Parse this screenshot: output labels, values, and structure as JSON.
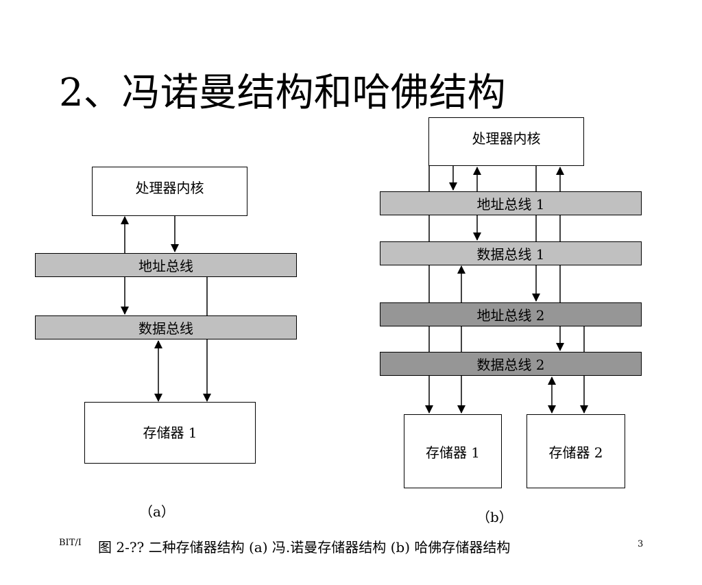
{
  "slide": {
    "title": "2、冯诺曼结构和哈佛结构",
    "page_number": "3",
    "footer_left": "BIT/I",
    "figure_caption": "图 2-?? 二种存储器结构 (a) 冯.诺曼存储器结构 (b) 哈佛存储器结构"
  },
  "diagram_a": {
    "cpu_label": "处理器内核",
    "address_bus_label": "地址总线",
    "data_bus_label": "数据总线",
    "memory_label": "存储器 1",
    "sublabel": "（a）"
  },
  "diagram_b": {
    "cpu_label": "处理器内核",
    "address_bus_1_label": "地址总线 1",
    "data_bus_1_label": "数据总线 1",
    "address_bus_2_label": "地址总线 2",
    "data_bus_2_label": "数据总线 2",
    "memory_1_label": "存储器 1",
    "memory_2_label": "存储器 2",
    "sublabel": "（b）"
  },
  "colors": {
    "bus_light": "#c0c0c0",
    "bus_dark": "#969696",
    "line": "#000000"
  }
}
